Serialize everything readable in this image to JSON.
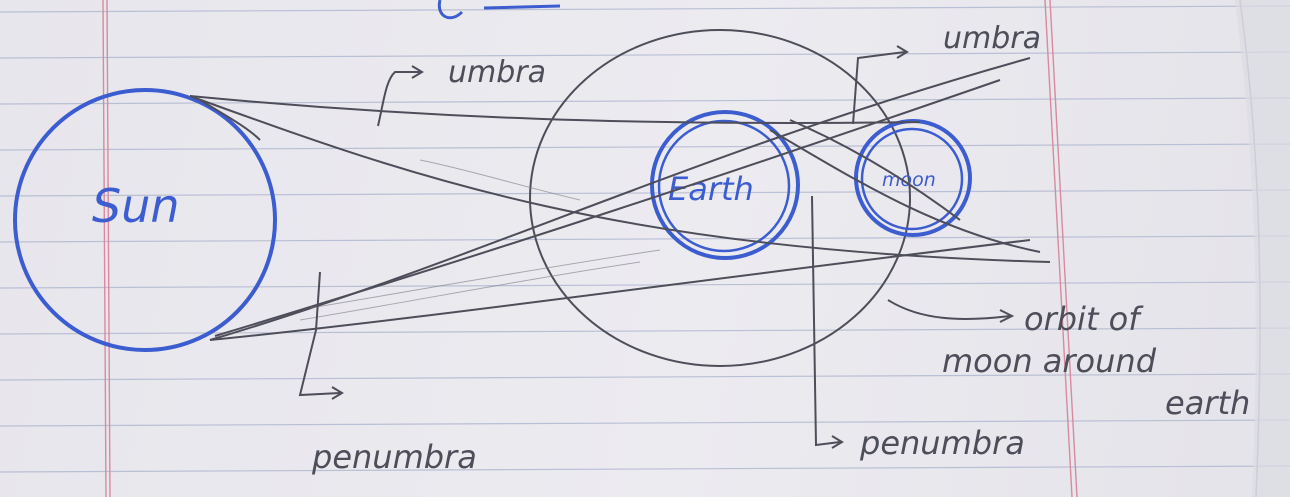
{
  "labels": {
    "sun": "Sun",
    "earth": "Earth",
    "moon": "moon",
    "umbra_left": "umbra",
    "umbra_right": "umbra",
    "penumbra_left": "penumbra",
    "penumbra_right": "penumbra",
    "orbit_line1": "orbit of",
    "orbit_line2": "moon around",
    "orbit_line3": "earth"
  },
  "colors": {
    "ink_blue": "#3c5dd0",
    "pencil": "#4e4e5a",
    "rule_line": "#b9bfd4",
    "margin_line": "#d88a9e"
  }
}
